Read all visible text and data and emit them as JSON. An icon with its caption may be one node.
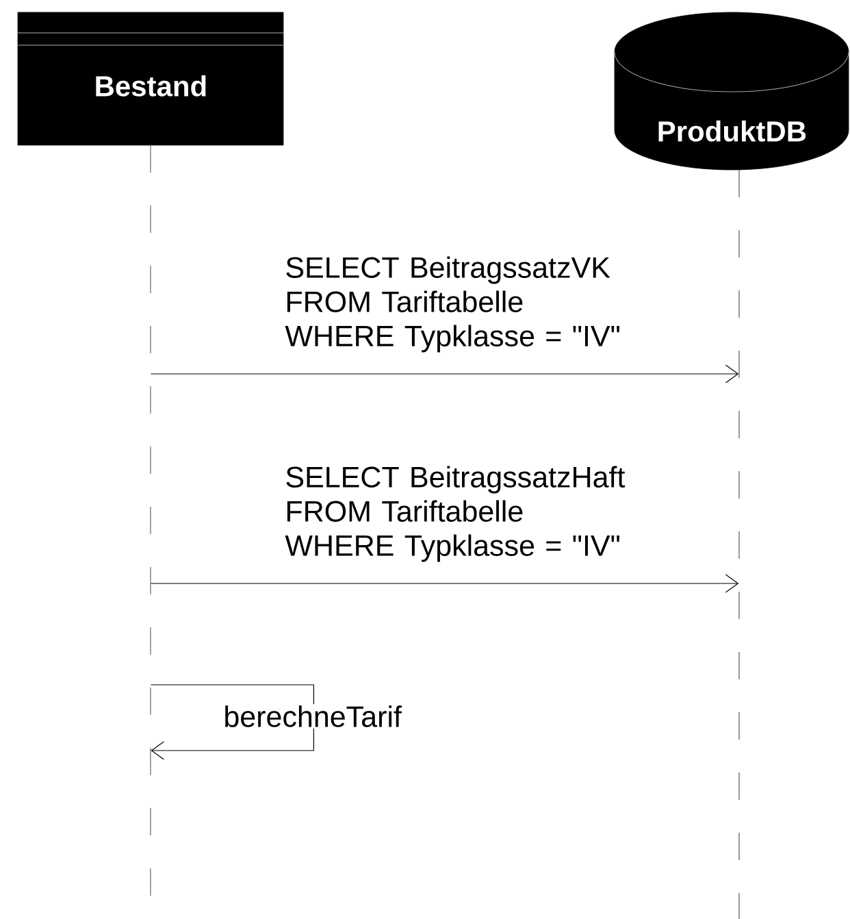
{
  "diagram": {
    "nodes": [
      {
        "text": [
          "Bestand"
        ]
      },
      {
        "text": [
          "ProduktDB"
        ]
      }
    ],
    "edges": [
      {
        "from": 0,
        "to": 1,
        "arrow": "to",
        "label": "SELECT BeitragssatzVK FROM Tariftabelle WHERE Typklasse = \"IV\""
      },
      {
        "from": 0,
        "to": 1,
        "arrow": "to",
        "label": "SELECT BeitragssatzHaft FROM Tariftabelle WHERE Typklasse = \"IV\""
      },
      {
        "from": 0,
        "to": 0,
        "arrow": "to",
        "label": "berechneTarif"
      }
    ]
  }
}
